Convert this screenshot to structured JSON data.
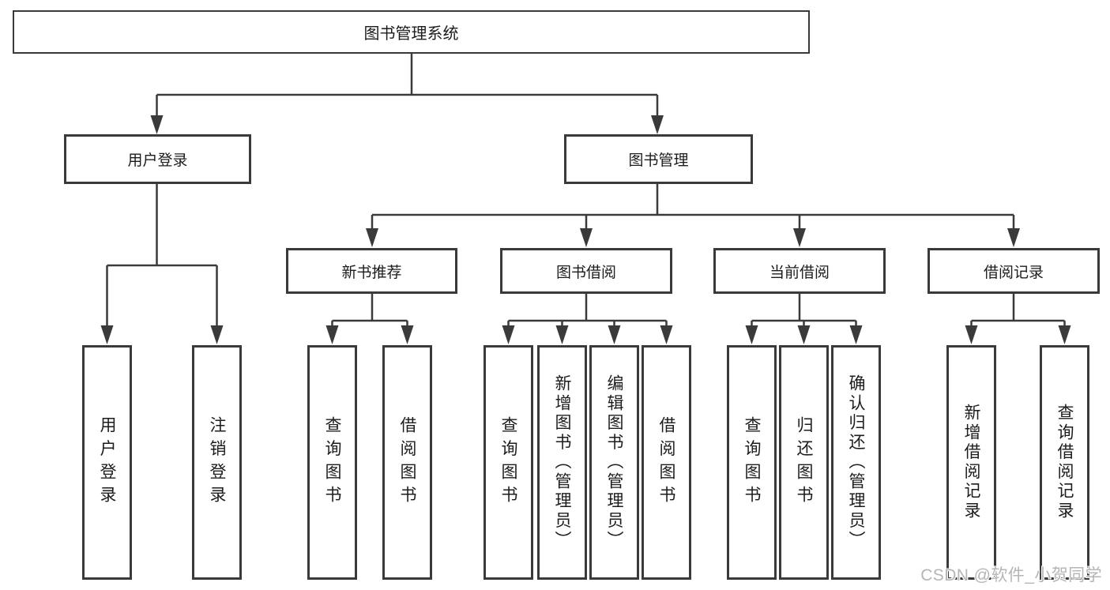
{
  "diagram_type": "hierarchy-flowchart",
  "colors": {
    "line": "#3a3a3a",
    "box_border": "#3a3a3a",
    "box_fill": "#ffffff",
    "text": "#1c1c1c",
    "watermark": "#b5b5b5",
    "background": "#ffffff"
  },
  "tree": {
    "root": {
      "label": "图书管理系统"
    },
    "children": [
      {
        "label": "用户登录",
        "children": [
          {
            "label": "用户登录"
          },
          {
            "label": "注销登录"
          }
        ]
      },
      {
        "label": "图书管理",
        "children": [
          {
            "label": "新书推荐",
            "children": [
              {
                "label": "查询图书"
              },
              {
                "label": "借阅图书"
              }
            ]
          },
          {
            "label": "图书借阅",
            "children": [
              {
                "label": "查询图书"
              },
              {
                "label": "新增图书（管理员）"
              },
              {
                "label": "编辑图书（管理员）"
              },
              {
                "label": "借阅图书"
              }
            ]
          },
          {
            "label": "当前借阅",
            "children": [
              {
                "label": "查询图书"
              },
              {
                "label": "归还图书"
              },
              {
                "label": "确认归还（管理员）"
              }
            ]
          },
          {
            "label": "借阅记录",
            "children": [
              {
                "label": "新增借阅记录"
              },
              {
                "label": "查询借阅记录"
              }
            ]
          }
        ]
      }
    ]
  },
  "watermark": {
    "text": "CSDN @软件_小贺同学"
  }
}
